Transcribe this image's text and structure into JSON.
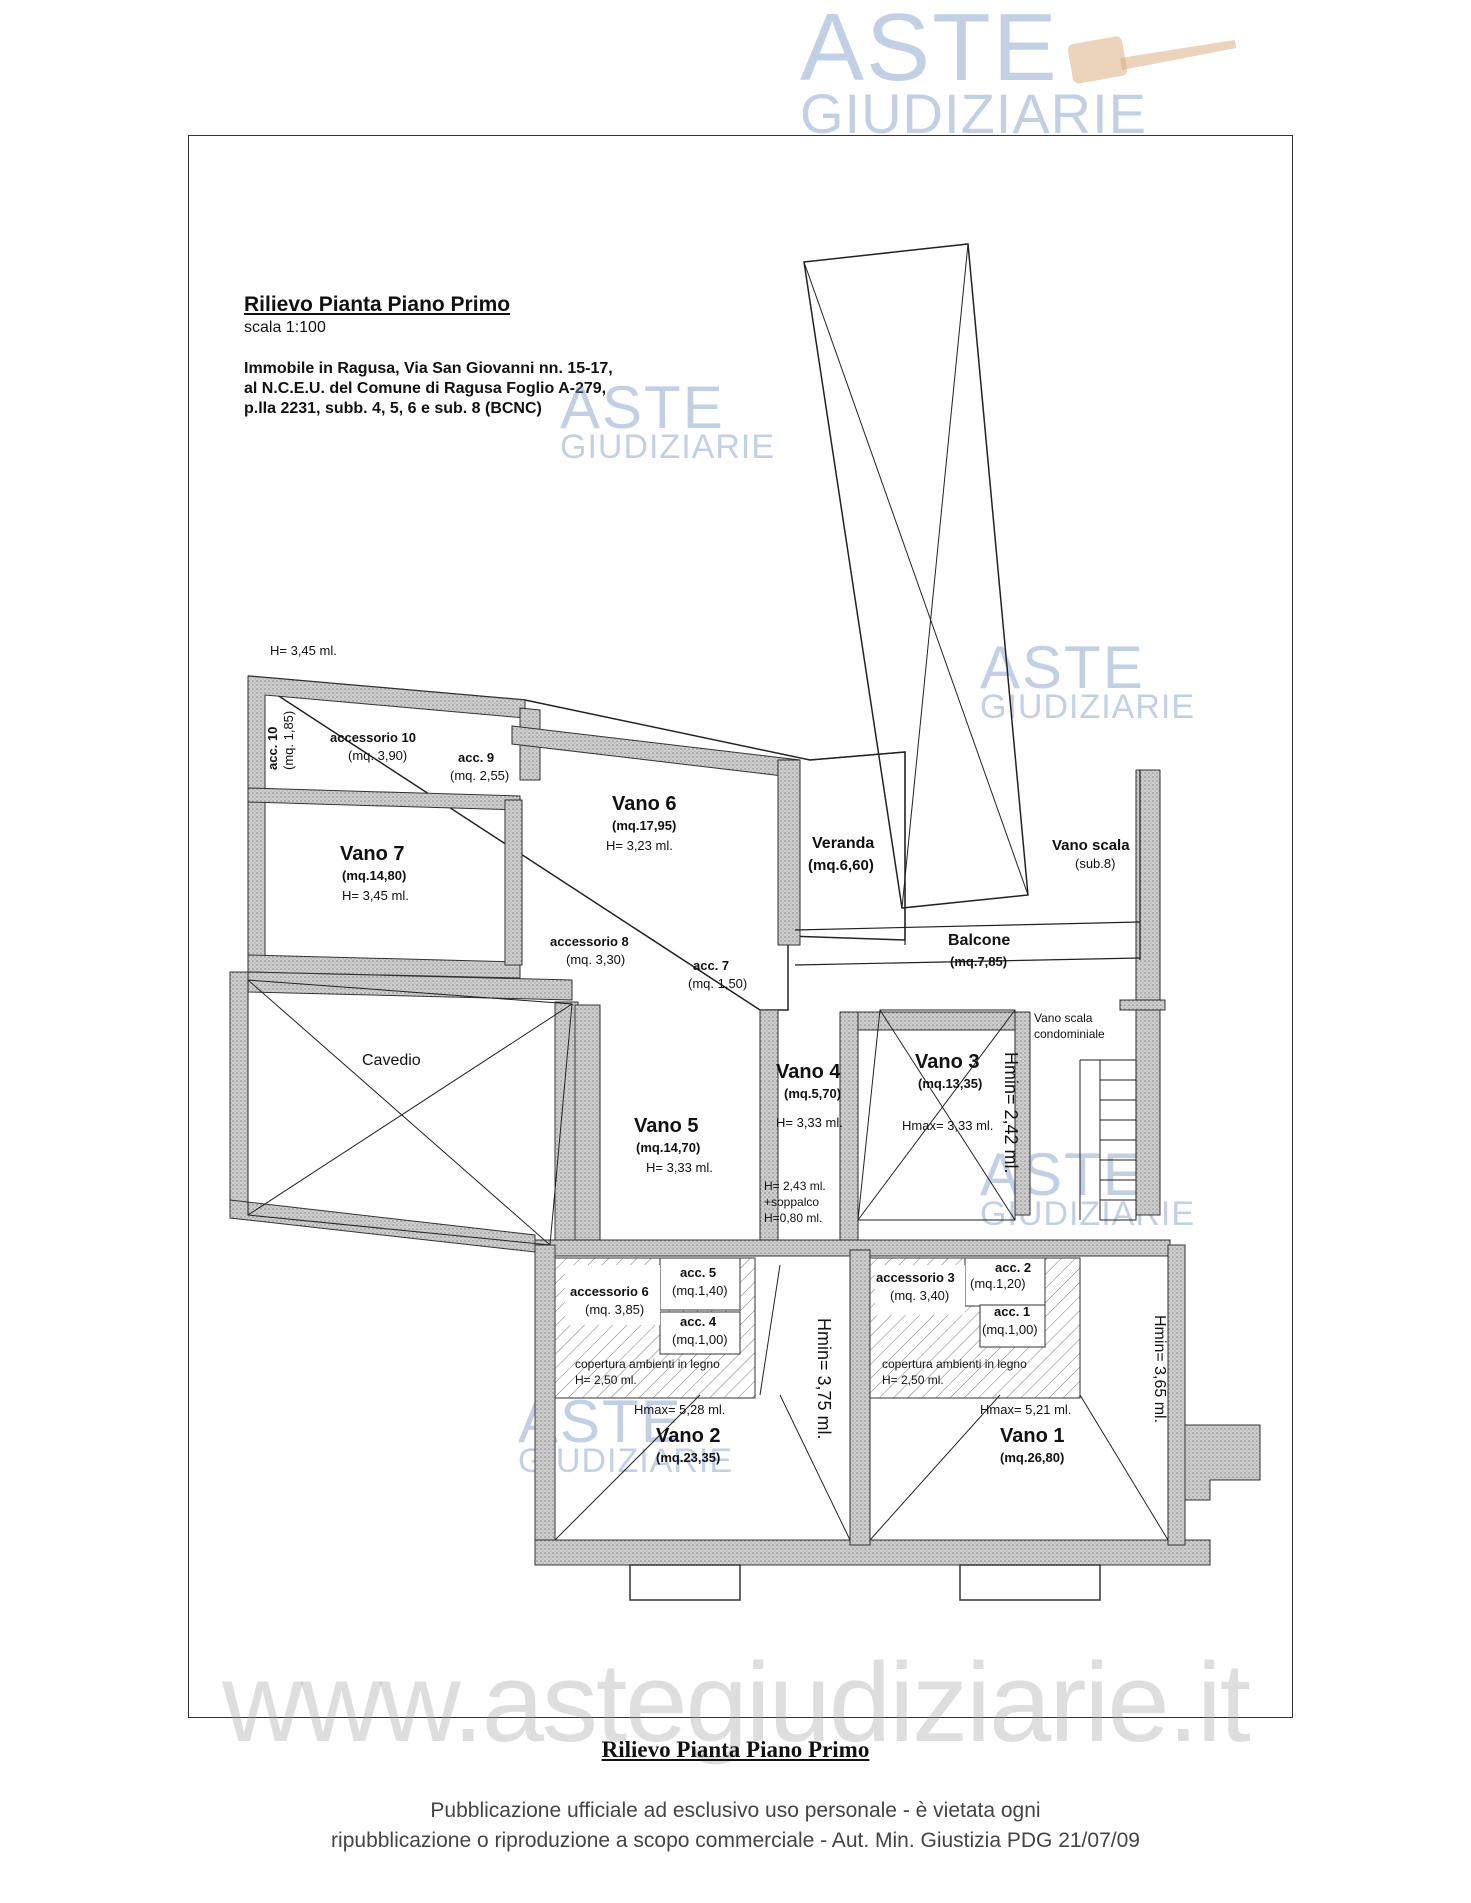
{
  "watermark": {
    "brand_line1": "ASTE",
    "brand_line2": "GIUDIZIARIE",
    "url": "www.astegiudiziarie.it"
  },
  "header": {
    "title": "Rilievo Pianta Piano Primo",
    "scale": "scala 1:100",
    "description": [
      "Immobile in Ragusa, Via San Giovanni nn. 15-17,",
      "al N.C.E.U. del Comune di Ragusa Foglio A-279,",
      "p.lla 2231, subb. 4, 5, 6 e sub. 8 (BCNC)"
    ]
  },
  "plan": {
    "height_top": "H= 3,45 ml.",
    "rooms": {
      "acc10_v": {
        "name": "acc. 10",
        "area": "(mq. 1,85)"
      },
      "accessorio10": {
        "name": "accessorio 10",
        "area": "(mq. 3,90)"
      },
      "acc9": {
        "name": "acc. 9",
        "area": "(mq. 2,55)"
      },
      "vano6": {
        "name": "Vano 6",
        "area": "(mq.17,95)",
        "h": "H= 3,23 ml."
      },
      "veranda": {
        "name": "Veranda",
        "area": "(mq.6,60)"
      },
      "vano_scala": {
        "name": "Vano scala",
        "area": "(sub.8)"
      },
      "vano7": {
        "name": "Vano 7",
        "area": "(mq.14,80)",
        "h": "H= 3,45 ml."
      },
      "accessorio8": {
        "name": "accessorio 8",
        "area": "(mq. 3,30)"
      },
      "acc7": {
        "name": "acc. 7",
        "area": "(mq. 1,50)"
      },
      "balcone": {
        "name": "Balcone",
        "area": "(mq.7,85)"
      },
      "cavedio": {
        "name": "Cavedio"
      },
      "vano_scala_cond": {
        "name": "Vano scala",
        "name2": "condominiale"
      },
      "vano5": {
        "name": "Vano 5",
        "area": "(mq.14,70)",
        "h": "H= 3,33 ml."
      },
      "vano4": {
        "name": "Vano 4",
        "area": "(mq.5,70)",
        "h": "H= 3,33 ml.",
        "note1": "H= 2,43 ml.",
        "note2": "+soppalco",
        "note3": "H=0,80 ml."
      },
      "vano3": {
        "name": "Vano 3",
        "area": "(mq.13,35)",
        "hmax": "Hmax= 3,33 ml.",
        "hmin": "Hmin= 2,42 ml."
      },
      "accessorio6": {
        "name": "accessorio 6",
        "area": "(mq. 3,85)"
      },
      "acc5": {
        "name": "acc. 5",
        "area": "(mq.1,40)"
      },
      "acc4": {
        "name": "acc. 4",
        "area": "(mq.1,00)"
      },
      "accessorio3": {
        "name": "accessorio 3",
        "area": "(mq. 3,40)"
      },
      "acc2": {
        "name": "acc. 2",
        "area": "(mq.1,20)"
      },
      "acc1": {
        "name": "acc. 1",
        "area": "(mq.1,00)"
      },
      "vano2": {
        "name": "Vano 2",
        "area": "(mq.23,35)",
        "hmax": "Hmax= 5,28 ml.",
        "hmin": "Hmin= 3,75 ml.",
        "cover1": "copertura ambienti in legno",
        "cover2": "H= 2,50 ml."
      },
      "vano1": {
        "name": "Vano 1",
        "area": "(mq.26,80)",
        "hmax": "Hmax= 5,21 ml.",
        "hmin": "Hmin= 3,65 ml.",
        "cover1": "copertura ambienti in legno",
        "cover2": "H= 2,50 ml."
      }
    }
  },
  "bottom_title": "Rilievo Pianta  Piano Primo",
  "footer": {
    "line1": "Pubblicazione ufficiale ad esclusivo uso personale - è vietata ogni",
    "line2": "ripubblicazione o riproduzione a scopo commerciale - Aut. Min. Giustizia PDG 21/07/09"
  }
}
